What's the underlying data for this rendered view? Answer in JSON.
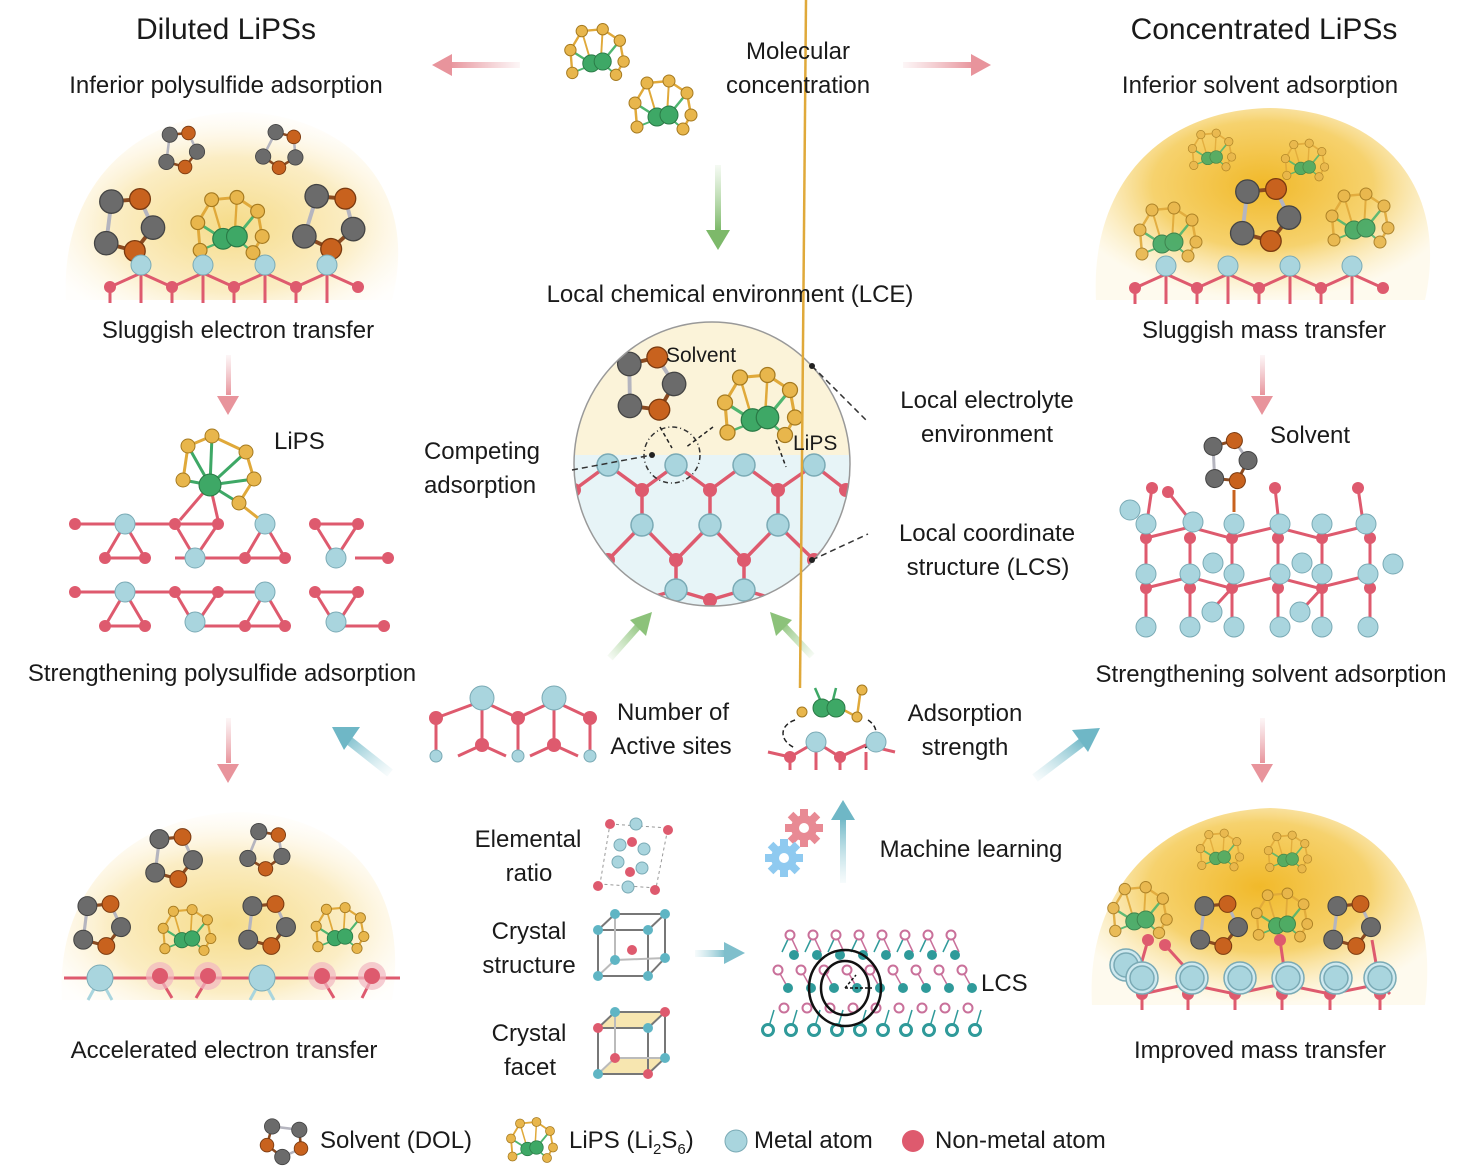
{
  "figure": {
    "top": {
      "left_title": "Diluted LiPSs",
      "left_subtitle": "Inferior polysulfide adsorption",
      "center_label_line1": "Molecular",
      "center_label_line2": "concentration",
      "right_title": "Concentrated LiPSs",
      "right_subtitle": "Inferior solvent adsorption"
    },
    "left_column": {
      "panel1_caption": "Sluggish electron transfer",
      "panel2_tag": "LiPS",
      "panel2_caption": "Strengthening polysulfide adsorption",
      "panel3_caption": "Accelerated electron transfer"
    },
    "right_column": {
      "panel1_caption": "Sluggish mass transfer",
      "panel2_tag": "Solvent",
      "panel2_caption": "Strengthening solvent adsorption",
      "panel3_caption": "Improved mass transfer"
    },
    "center": {
      "lce_title": "Local chemical environment (LCE)",
      "circle_solvent": "Solvent",
      "circle_lips": "LiPS",
      "competing_line1": "Competing",
      "competing_line2": "adsorption",
      "electrolyte_line1": "Local electrolyte",
      "electrolyte_line2": "environment",
      "lcs_line1": "Local coordinate",
      "lcs_line2": "structure (LCS)",
      "active_sites_line1": "Number of",
      "active_sites_line2": "Active sites",
      "adsorption_line1": "Adsorption",
      "adsorption_line2": "strength",
      "ml_label": "Machine learning",
      "elemental_line1": "Elemental",
      "elemental_line2": "ratio",
      "crystal_structure_line1": "Crystal",
      "crystal_structure_line2": "structure",
      "crystal_facet_line1": "Crystal",
      "crystal_facet_line2": "facet",
      "lcs_short": "LCS"
    },
    "legend": {
      "solvent": "Solvent (DOL)",
      "lips_prefix": "LiPS (Li",
      "lips_sub1": "2",
      "lips_mid": "S",
      "lips_sub2": "6",
      "lips_suffix": ")",
      "metal": "Metal atom",
      "nonmetal": "Non-metal atom"
    },
    "colors": {
      "metal_atom": "#a9d5de",
      "nonmetal_atom": "#de5a6e",
      "sulfur": "#e8b64c",
      "lithium": "#3ea866",
      "oxygen": "#c8621e",
      "carbon": "#6b6b6b",
      "pink_arrow": "#e8a0a8",
      "green_arrow": "#8cc27a",
      "blue_arrow": "#7fbfcc",
      "glow_light": "#f9e7b0",
      "glow_strong": "#f3c233"
    }
  }
}
